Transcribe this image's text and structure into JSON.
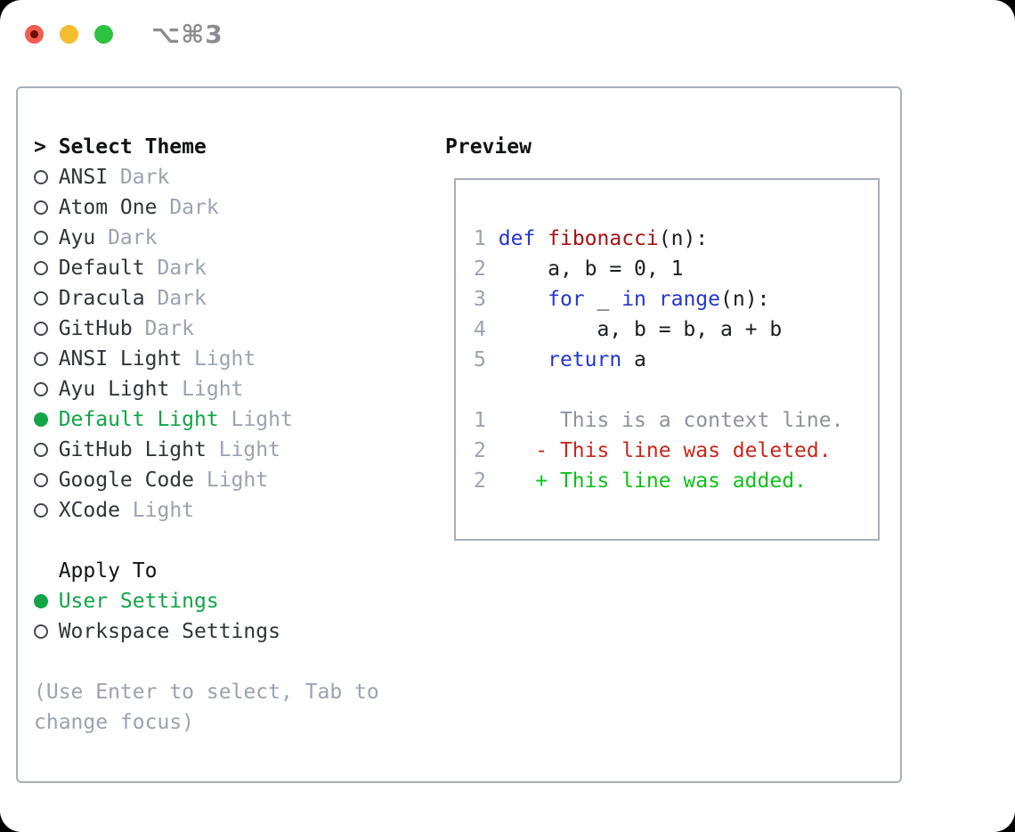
{
  "titlebar": {
    "shortcut": "⌥⌘3"
  },
  "theme_list": {
    "header_prefix": ">",
    "header": "Select Theme",
    "items": [
      {
        "name": "ANSI",
        "variant": "Dark",
        "selected": false
      },
      {
        "name": "Atom One",
        "variant": "Dark",
        "selected": false
      },
      {
        "name": "Ayu",
        "variant": "Dark",
        "selected": false
      },
      {
        "name": "Default",
        "variant": "Dark",
        "selected": false
      },
      {
        "name": "Dracula",
        "variant": "Dark",
        "selected": false
      },
      {
        "name": "GitHub",
        "variant": "Dark",
        "selected": false
      },
      {
        "name": "ANSI Light",
        "variant": "Light",
        "selected": false
      },
      {
        "name": "Ayu Light",
        "variant": "Light",
        "selected": false
      },
      {
        "name": "Default Light",
        "variant": "Light",
        "selected": true
      },
      {
        "name": "GitHub Light",
        "variant": "Light",
        "selected": false
      },
      {
        "name": "Google Code",
        "variant": "Light",
        "selected": false
      },
      {
        "name": "XCode",
        "variant": "Light",
        "selected": false
      }
    ]
  },
  "apply_to": {
    "header": "Apply To",
    "options": [
      {
        "name": "User Settings",
        "selected": true
      },
      {
        "name": "Workspace Settings",
        "selected": false
      }
    ]
  },
  "help": {
    "lines": [
      "(Use Enter to select, Tab to",
      "change focus)"
    ]
  },
  "preview": {
    "header": "Preview",
    "syntax_colors": {
      "keyword": "#2336d2",
      "function": "#a61212",
      "plain": "#1a1d21",
      "context": "#8c939e",
      "deleted": "#c9271b",
      "added": "#0cc117"
    },
    "lines": [
      {
        "kind": "code-line",
        "num": "1",
        "tokens": [
          {
            "t": " ",
            "c": "plain"
          },
          {
            "t": "def",
            "c": "keyword"
          },
          {
            "t": " ",
            "c": "plain"
          },
          {
            "t": "fibonacci",
            "c": "function"
          },
          {
            "t": "(n):",
            "c": "plain"
          }
        ]
      },
      {
        "kind": "code-line",
        "num": "2",
        "tokens": [
          {
            "t": "     a, b = 0, 1",
            "c": "plain"
          }
        ]
      },
      {
        "kind": "code-line",
        "num": "3",
        "tokens": [
          {
            "t": "     ",
            "c": "plain"
          },
          {
            "t": "for",
            "c": "keyword"
          },
          {
            "t": " _ ",
            "c": "plain"
          },
          {
            "t": "in",
            "c": "keyword"
          },
          {
            "t": " ",
            "c": "plain"
          },
          {
            "t": "range",
            "c": "keyword"
          },
          {
            "t": "(n):",
            "c": "plain"
          }
        ]
      },
      {
        "kind": "code-line",
        "num": "4",
        "tokens": [
          {
            "t": "         a, b = b, a + b",
            "c": "plain"
          }
        ]
      },
      {
        "kind": "code-line",
        "num": "5",
        "tokens": [
          {
            "t": "     ",
            "c": "plain"
          },
          {
            "t": "return",
            "c": "keyword"
          },
          {
            "t": " a",
            "c": "plain"
          }
        ]
      },
      {
        "kind": "blank-line",
        "num": "",
        "tokens": []
      },
      {
        "kind": "diff-context-line",
        "num": "1",
        "tokens": [
          {
            "t": "      This is a context line.",
            "c": "context"
          }
        ]
      },
      {
        "kind": "diff-deleted-line",
        "num": "2",
        "tokens": [
          {
            "t": "    - This line was deleted.",
            "c": "deleted"
          }
        ]
      },
      {
        "kind": "diff-added-line",
        "num": "2",
        "tokens": [
          {
            "t": "    + This line was added.",
            "c": "added"
          }
        ]
      }
    ]
  },
  "colors": {
    "accent-green": "#12a447",
    "text-dark": "#2f353b",
    "text-black": "#101316",
    "text-gray": "#9aa3af",
    "border": "#a7afba",
    "ring": "#41474f",
    "traffic-red": "#f45c51",
    "traffic-red-dot": "#69100a",
    "traffic-yellow": "#f6bd30",
    "traffic-green": "#2dc23f",
    "titlebar-text": "#8b8d92"
  }
}
